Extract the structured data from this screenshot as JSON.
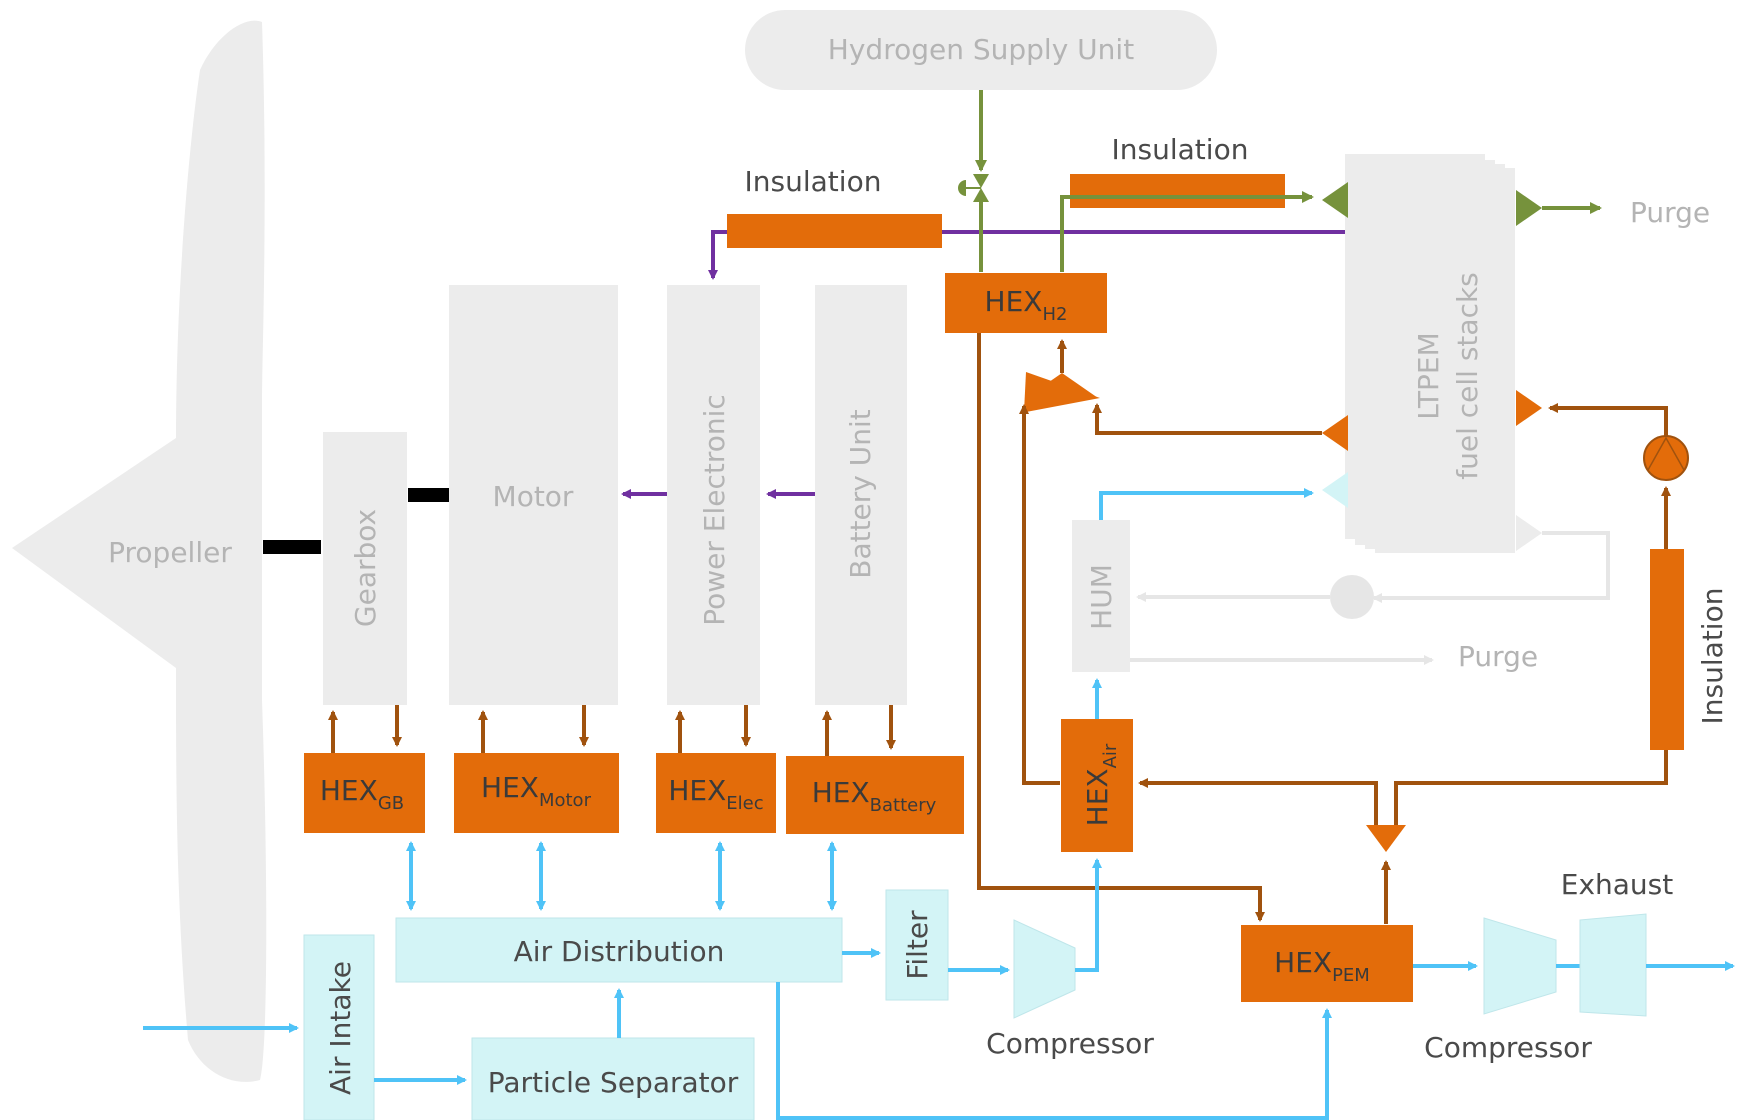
{
  "labels": {
    "hydrogen_supply": "Hydrogen Supply Unit",
    "insulation_1": "Insulation",
    "insulation_2": "Insulation",
    "insulation_3": "Insulation",
    "purge_1": "Purge",
    "purge_2": "Purge",
    "propeller": "Propeller",
    "gearbox": "Gearbox",
    "motor": "Motor",
    "power_electronic": "Power Electronic",
    "battery_unit": "Battery Unit",
    "stack_line1": "LTPEM",
    "stack_line2": "fuel cell stacks",
    "hum": "HUM",
    "air_distribution": "Air Distribution",
    "filter": "Filter",
    "air_intake": "Air Intake",
    "particle_separator": "Particle Separator",
    "compressor_1": "Compressor",
    "compressor_2": "Compressor",
    "exhaust": "Exhaust"
  },
  "hex": {
    "base": "HEX",
    "h2": "H2",
    "gb": "GB",
    "motor": "Motor",
    "elec": "Elec",
    "battery": "Battery",
    "air": "Air",
    "pem": "PEM"
  },
  "colors": {
    "hydrogen_line": "#76923c",
    "electric_line": "#7030a0",
    "coolant_line": "#a0520e",
    "air_line": "#4fc3f7",
    "hex_fill": "#e36c0a",
    "component_fill": "#f0f0f0",
    "air_component_fill": "#d3f4f6"
  }
}
